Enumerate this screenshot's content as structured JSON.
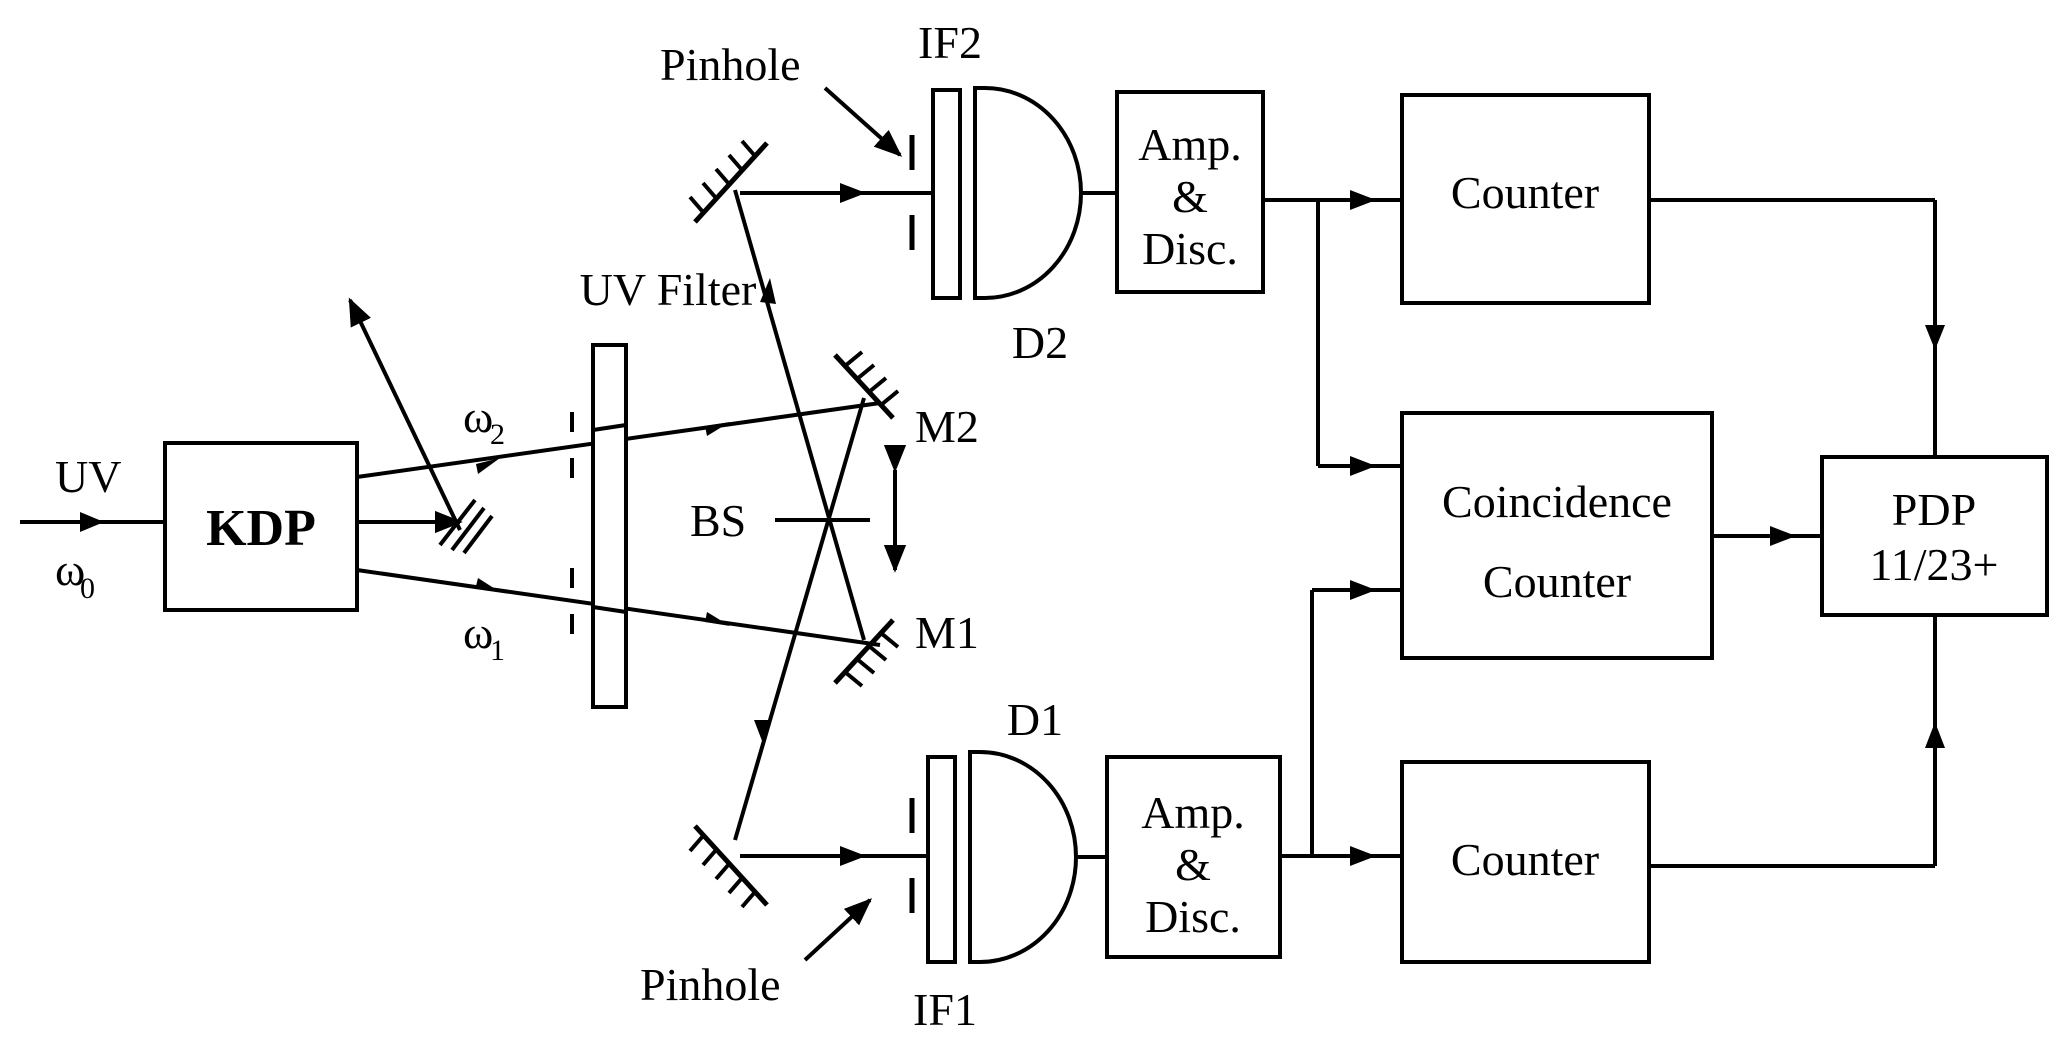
{
  "labels": {
    "uv": "UV",
    "omega0": "ω",
    "omega0_sub": "0",
    "kdp": "KDP",
    "omega2": "ω",
    "omega2_sub": "2",
    "omega1": "ω",
    "omega1_sub": "1",
    "uv_filter": "UV Filter",
    "bs": "BS",
    "m2": "M2",
    "m1": "M1",
    "pinhole_top": "Pinhole",
    "pinhole_bottom": "Pinhole",
    "if2": "IF2",
    "if1": "IF1",
    "d2": "D2",
    "d1": "D1",
    "amp_top": [
      "Amp.",
      "&",
      "Disc."
    ],
    "amp_bottom": [
      "Amp.",
      "&",
      "Disc."
    ],
    "counter_top": "Counter",
    "counter_bottom": "Counter",
    "coincidence": [
      "Coincidence",
      "Counter"
    ],
    "pdp": [
      "PDP",
      "11/23+"
    ]
  }
}
